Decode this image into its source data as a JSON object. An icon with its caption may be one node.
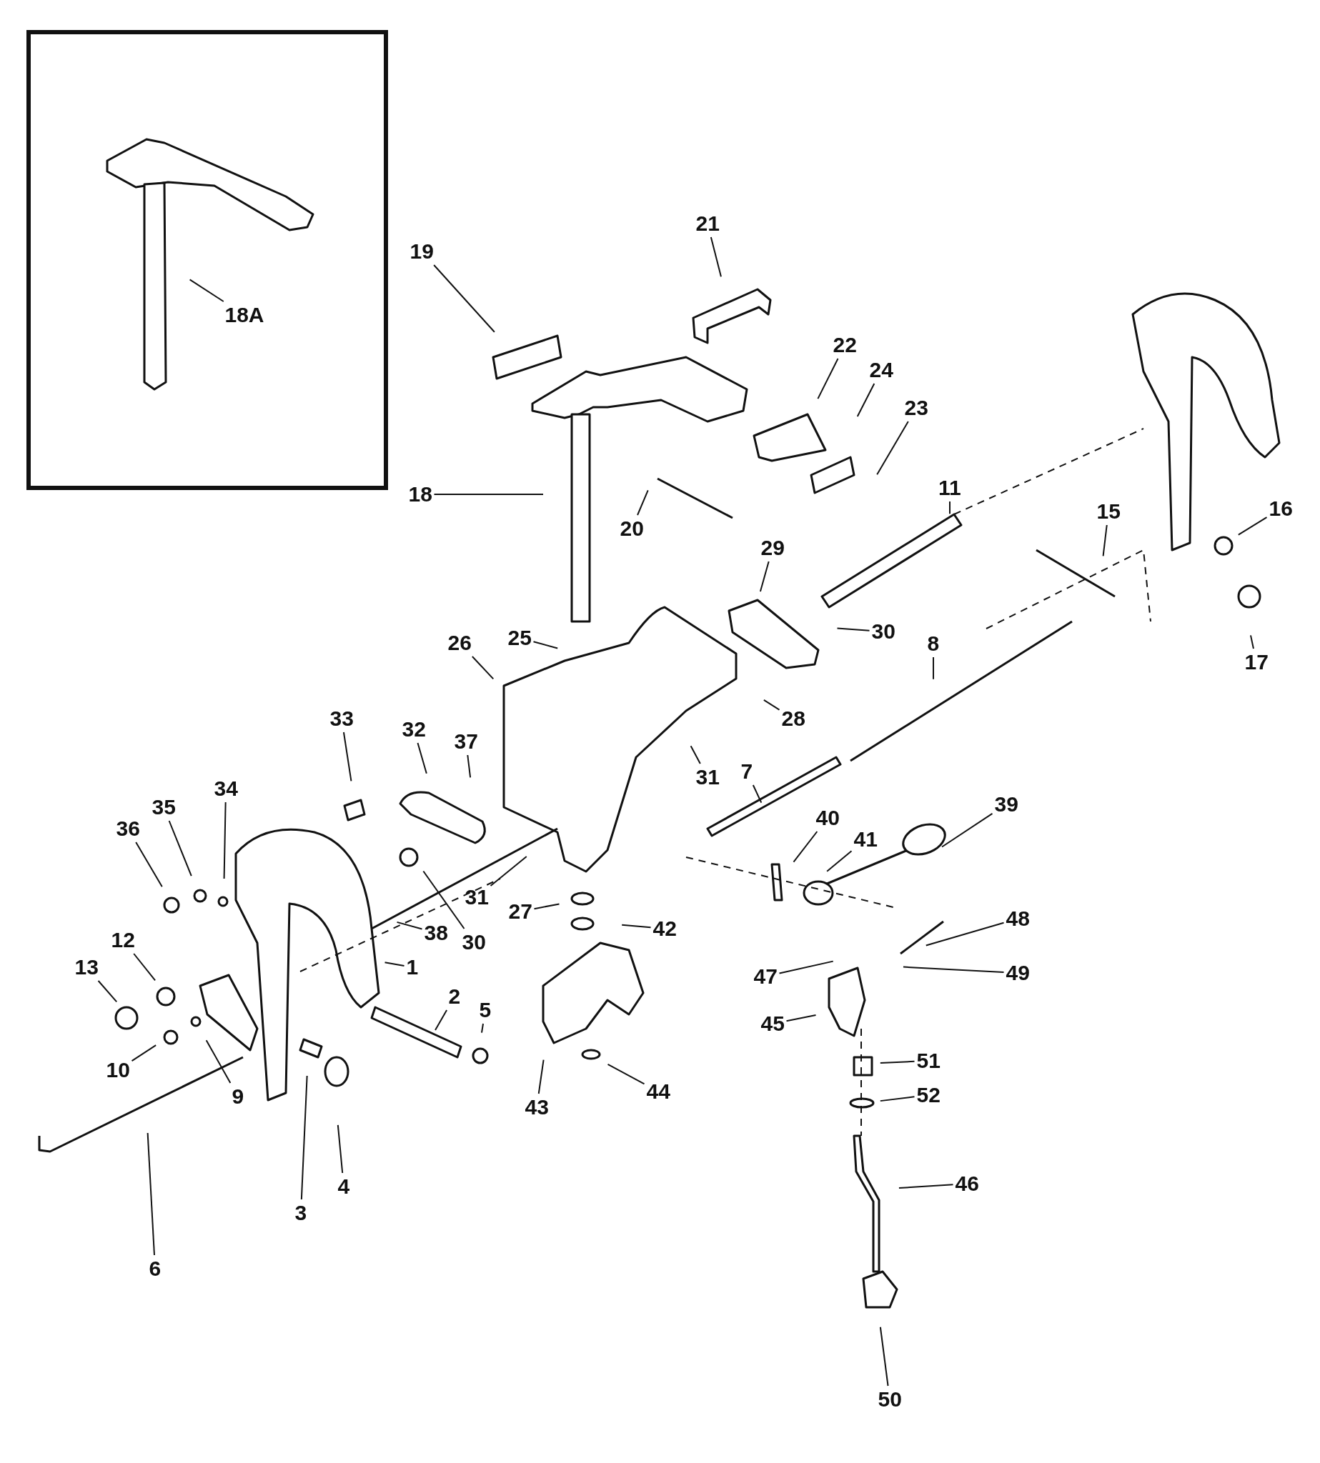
{
  "diagram": {
    "nodes": [
      {
        "text": [],
        "shape": "box"
      },
      {
        "text": [
          "18A"
        ],
        "in": 0
      },
      {
        "text": [
          "21"
        ]
      },
      {
        "text": [
          "19"
        ]
      },
      {
        "text": [
          "22"
        ]
      },
      {
        "text": [
          "24"
        ]
      },
      {
        "text": [
          "23"
        ]
      },
      {
        "text": [
          "11"
        ]
      },
      {
        "text": [
          "18"
        ]
      },
      {
        "text": [
          "16"
        ]
      },
      {
        "text": [
          "15"
        ]
      },
      {
        "text": [
          "20"
        ]
      },
      {
        "text": [
          "29"
        ]
      },
      {
        "text": [
          "30"
        ]
      },
      {
        "text": [
          "25"
        ]
      },
      {
        "text": [
          "26"
        ]
      },
      {
        "text": [
          "8"
        ]
      },
      {
        "text": [
          "17"
        ]
      },
      {
        "text": [
          "33"
        ]
      },
      {
        "text": [
          "28"
        ]
      },
      {
        "text": [
          "32"
        ]
      },
      {
        "text": [
          "37"
        ]
      },
      {
        "text": [
          "7"
        ]
      },
      {
        "text": [
          "31"
        ]
      },
      {
        "text": [
          "34"
        ]
      },
      {
        "text": [
          "39"
        ]
      },
      {
        "text": [
          "35"
        ]
      },
      {
        "text": [
          "40"
        ]
      },
      {
        "text": [
          "36"
        ]
      },
      {
        "text": [
          "41"
        ]
      },
      {
        "text": [
          "31"
        ]
      },
      {
        "text": [
          "27"
        ]
      },
      {
        "text": [
          "48"
        ]
      },
      {
        "text": [
          "42"
        ]
      },
      {
        "text": [
          "38"
        ]
      },
      {
        "text": [
          "12"
        ]
      },
      {
        "text": [
          "30"
        ]
      },
      {
        "text": [
          "1"
        ]
      },
      {
        "text": [
          "13"
        ]
      },
      {
        "text": [
          "49"
        ]
      },
      {
        "text": [
          "47"
        ]
      },
      {
        "text": [
          "2"
        ]
      },
      {
        "text": [
          "5"
        ]
      },
      {
        "text": [
          "45"
        ]
      },
      {
        "text": [
          "51"
        ]
      },
      {
        "text": [
          "10"
        ]
      },
      {
        "text": [
          "52"
        ]
      },
      {
        "text": [
          "44"
        ]
      },
      {
        "text": [
          "9"
        ]
      },
      {
        "text": [
          "43"
        ]
      },
      {
        "text": [
          "46"
        ]
      },
      {
        "text": [
          "4"
        ]
      },
      {
        "text": [
          "3"
        ]
      },
      {
        "text": [
          "6"
        ]
      },
      {
        "text": [
          "50"
        ]
      }
    ],
    "edges": [
      {
        "from": 1,
        "to": null,
        "arrow": "none"
      },
      {
        "from": 2,
        "to": null,
        "arrow": "none"
      },
      {
        "from": 3,
        "to": null,
        "arrow": "none"
      },
      {
        "from": 4,
        "to": null,
        "arrow": "none"
      },
      {
        "from": 5,
        "to": null,
        "arrow": "none"
      },
      {
        "from": 6,
        "to": null,
        "arrow": "none"
      },
      {
        "from": 7,
        "to": null,
        "arrow": "none"
      },
      {
        "from": 8,
        "to": null,
        "arrow": "none"
      },
      {
        "from": 9,
        "to": null,
        "arrow": "none"
      },
      {
        "from": 10,
        "to": null,
        "arrow": "none"
      },
      {
        "from": 11,
        "to": null,
        "arrow": "none"
      },
      {
        "from": 12,
        "to": null,
        "arrow": "none"
      },
      {
        "from": 13,
        "to": null,
        "arrow": "none"
      },
      {
        "from": 14,
        "to": null,
        "arrow": "none"
      },
      {
        "from": 15,
        "to": null,
        "arrow": "none"
      },
      {
        "from": 16,
        "to": null,
        "arrow": "none"
      },
      {
        "from": 17,
        "to": null,
        "arrow": "none"
      },
      {
        "from": 18,
        "to": null,
        "arrow": "none"
      },
      {
        "from": 19,
        "to": null,
        "arrow": "none"
      },
      {
        "from": 20,
        "to": null,
        "arrow": "none"
      },
      {
        "from": 21,
        "to": null,
        "arrow": "none"
      },
      {
        "from": 22,
        "to": null,
        "arrow": "none"
      },
      {
        "from": 23,
        "to": null,
        "arrow": "none"
      },
      {
        "from": 24,
        "to": null,
        "arrow": "none"
      },
      {
        "from": 25,
        "to": null,
        "arrow": "none"
      },
      {
        "from": 26,
        "to": null,
        "arrow": "none"
      },
      {
        "from": 27,
        "to": null,
        "arrow": "none"
      },
      {
        "from": 28,
        "to": null,
        "arrow": "none"
      },
      {
        "from": 29,
        "to": null,
        "arrow": "none"
      },
      {
        "from": 30,
        "to": null,
        "arrow": "none"
      },
      {
        "from": 31,
        "to": null,
        "arrow": "none"
      },
      {
        "from": 32,
        "to": null,
        "arrow": "none"
      },
      {
        "from": 33,
        "to": null,
        "arrow": "none"
      },
      {
        "from": 34,
        "to": null,
        "arrow": "none"
      },
      {
        "from": 35,
        "to": null,
        "arrow": "none"
      },
      {
        "from": 36,
        "to": null,
        "arrow": "none"
      },
      {
        "from": 37,
        "to": null,
        "arrow": "none"
      },
      {
        "from": 38,
        "to": null,
        "arrow": "none"
      },
      {
        "from": 39,
        "to": null,
        "arrow": "none"
      },
      {
        "from": 40,
        "to": null,
        "arrow": "none"
      },
      {
        "from": 41,
        "to": null,
        "arrow": "none"
      },
      {
        "from": 42,
        "to": null,
        "arrow": "none"
      },
      {
        "from": 43,
        "to": null,
        "arrow": "none"
      },
      {
        "from": 44,
        "to": null,
        "arrow": "none"
      },
      {
        "from": 45,
        "to": null,
        "arrow": "none"
      },
      {
        "from": 46,
        "to": null,
        "arrow": "none"
      },
      {
        "from": 47,
        "to": null,
        "arrow": "none"
      },
      {
        "from": 48,
        "to": null,
        "arrow": "none"
      },
      {
        "from": 49,
        "to": null,
        "arrow": "none"
      },
      {
        "from": 50,
        "to": null,
        "arrow": "none"
      },
      {
        "from": 51,
        "to": null,
        "arrow": "none"
      },
      {
        "from": 52,
        "to": null,
        "arrow": "none"
      },
      {
        "from": 53,
        "to": null,
        "arrow": "none"
      },
      {
        "from": 54,
        "to": null,
        "arrow": "none"
      }
    ]
  }
}
